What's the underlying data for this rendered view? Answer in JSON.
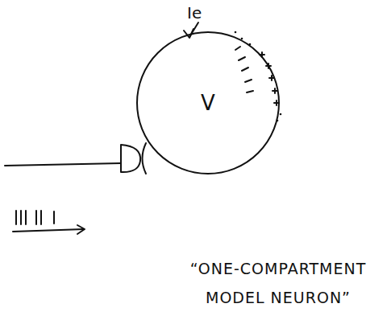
{
  "diagram": {
    "caption": "“ONE-COMPARTMENT MODEL NEURON”",
    "nodes": [
      {
        "text": [
          "V"
        ]
      }
    ],
    "labels": [
      "Ie"
    ]
  }
}
